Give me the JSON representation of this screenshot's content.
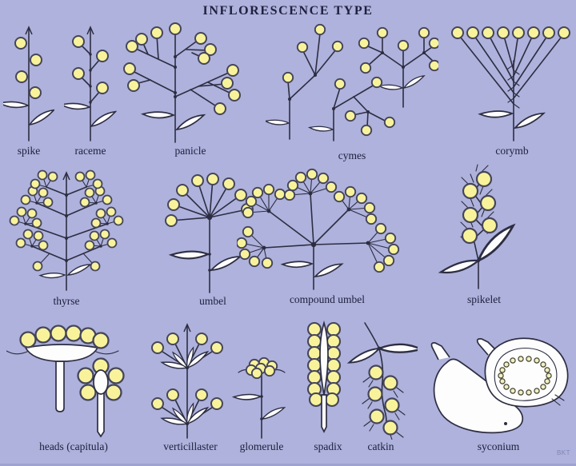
{
  "title": "INFLORESCENCE TYPE",
  "watermark": "BKT",
  "colors": {
    "background": "#aeb2dc",
    "flower_fill": "#f8f39b",
    "flower_stroke": "#45455a",
    "line": "#2d2d42",
    "leaf_fill": "#fdfdfd",
    "label": "#20203f"
  },
  "figures": [
    {
      "id": "spike",
      "label": "spike"
    },
    {
      "id": "raceme",
      "label": "raceme"
    },
    {
      "id": "panicle",
      "label": "panicle"
    },
    {
      "id": "cymes",
      "label": "cymes"
    },
    {
      "id": "corymb",
      "label": "corymb"
    },
    {
      "id": "thyrse",
      "label": "thyrse"
    },
    {
      "id": "umbel",
      "label": "umbel"
    },
    {
      "id": "compound-umbel",
      "label": "compound umbel"
    },
    {
      "id": "spikelet",
      "label": "spikelet"
    },
    {
      "id": "heads-capitula",
      "label": "heads (capitula)"
    },
    {
      "id": "verticillaster",
      "label": "verticillaster"
    },
    {
      "id": "glomerule",
      "label": "glomerule"
    },
    {
      "id": "spadix",
      "label": "spadix"
    },
    {
      "id": "catkin",
      "label": "catkin"
    },
    {
      "id": "syconium",
      "label": "syconium"
    }
  ]
}
